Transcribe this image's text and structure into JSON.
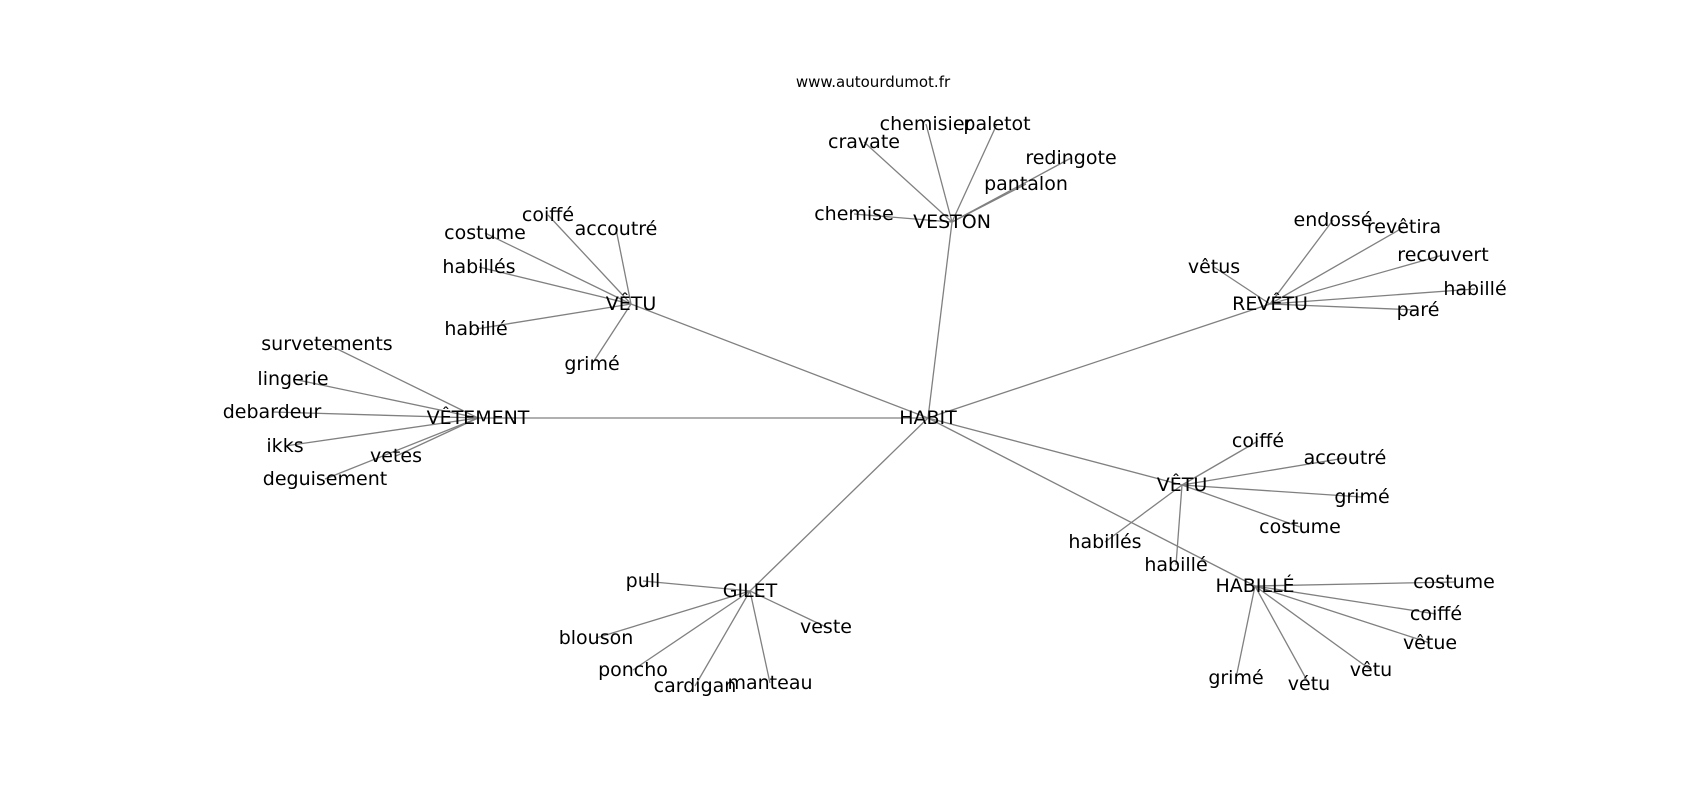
{
  "watermark": "www.autourdumot.fr",
  "root": {
    "id": "habit",
    "label": "HABIT"
  },
  "hubs": [
    {
      "id": "veston",
      "label": "VESTON",
      "leaves": [
        "chemisier",
        "paletot",
        "cravate",
        "redingote",
        "pantalon",
        "chemise"
      ]
    },
    {
      "id": "vetu-left",
      "label": "VÊTU",
      "leaves": [
        "coiffé",
        "accoutré",
        "costume",
        "habillés",
        "habillé",
        "grimé"
      ]
    },
    {
      "id": "revetu",
      "label": "REVÊTU",
      "leaves": [
        "endossé",
        "revêtira",
        "vêtus",
        "recouvert",
        "habillé",
        "paré"
      ]
    },
    {
      "id": "vetement",
      "label": "VÊTEMENT",
      "leaves": [
        "survetements",
        "lingerie",
        "debardeur",
        "ikks",
        "vetes",
        "deguisement"
      ]
    },
    {
      "id": "vetu-right",
      "label": "VÊTU",
      "leaves": [
        "coiffé",
        "accoutré",
        "grimé",
        "costume",
        "habillés",
        "habillé"
      ]
    },
    {
      "id": "habille",
      "label": "HABILLÉ",
      "leaves": [
        "costume",
        "coiffé",
        "vêtue",
        "vêtu",
        "vétu",
        "grimé"
      ]
    },
    {
      "id": "gilet",
      "label": "GILET",
      "leaves": [
        "pull",
        "veste",
        "blouson",
        "poncho",
        "cardigan",
        "manteau"
      ]
    }
  ]
}
